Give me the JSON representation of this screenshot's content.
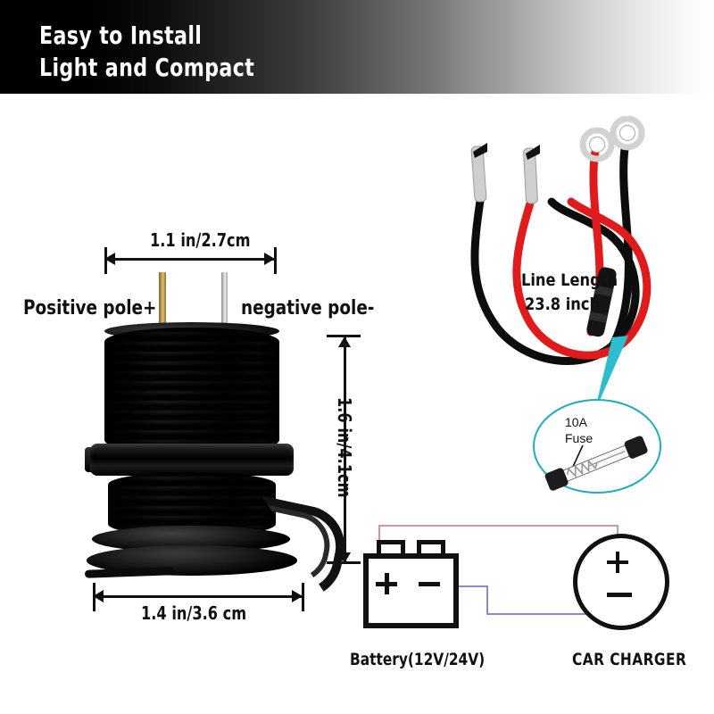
{
  "banner": {
    "line1": "Easy to Install",
    "line2": "Light and Compact",
    "gradient_from": "#000000",
    "gradient_to": "#ffffff",
    "text_color": "#ffffff"
  },
  "product": {
    "dimensions": {
      "width_top": "1.1 in/2.7cm",
      "height": "1.6 in/4.1cm",
      "width_bottom": "1.4 in/3.6 cm"
    },
    "terminals": {
      "positive_label": "Positive pole+",
      "negative_label": "negative pole-",
      "positive_color": "#c6a758",
      "negative_color": "#d6d6d6"
    },
    "body_color": "#0a0a0a"
  },
  "cable": {
    "line_length_label": "Line Length",
    "line_length_value": "23.8 inch",
    "positive_wire_color": "#e01b1b",
    "negative_wire_color": "#111111"
  },
  "fuse_callout": {
    "amperage": "10A",
    "label": "Fuse",
    "circle_color": "#1eadbe"
  },
  "wiring": {
    "battery_label": "Battery(12V/24V)",
    "charger_label": "CAR CHARGER",
    "battery_plus": "+",
    "battery_minus": "–",
    "charger_plus": "+",
    "charger_minus": "–",
    "positive_line_color": "#c79aa2",
    "negative_line_color": "#8b8bc4"
  }
}
